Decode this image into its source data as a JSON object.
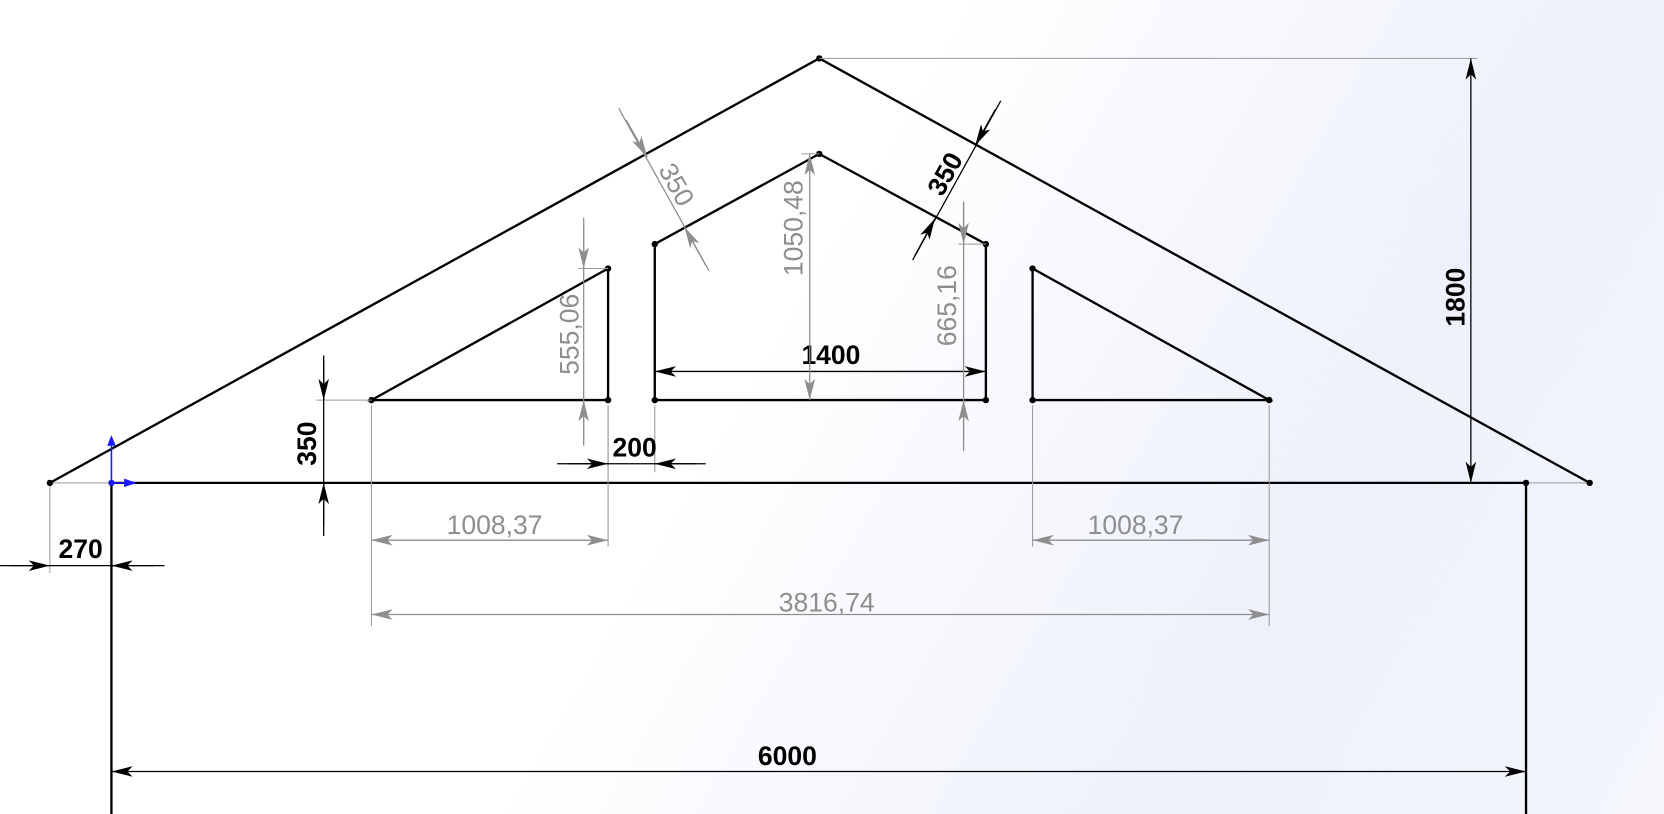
{
  "sketch": {
    "dimensions": {
      "height_total": "1800",
      "width_total": "6000",
      "overhang": "270",
      "sill_height": "350",
      "gap": "200",
      "center_width": "1400",
      "center_height": "1050,48",
      "left_height": "555,06",
      "center_side_height": "665,16",
      "roof_offset_left": "350",
      "roof_offset_right": "350",
      "left_base": "1008,37",
      "right_base": "1008,37",
      "overall_base": "3816,74"
    },
    "colors": {
      "driven_dimension": "#8e8e8e",
      "driving_dimension": "#000000",
      "origin": "#1a1aff"
    }
  }
}
